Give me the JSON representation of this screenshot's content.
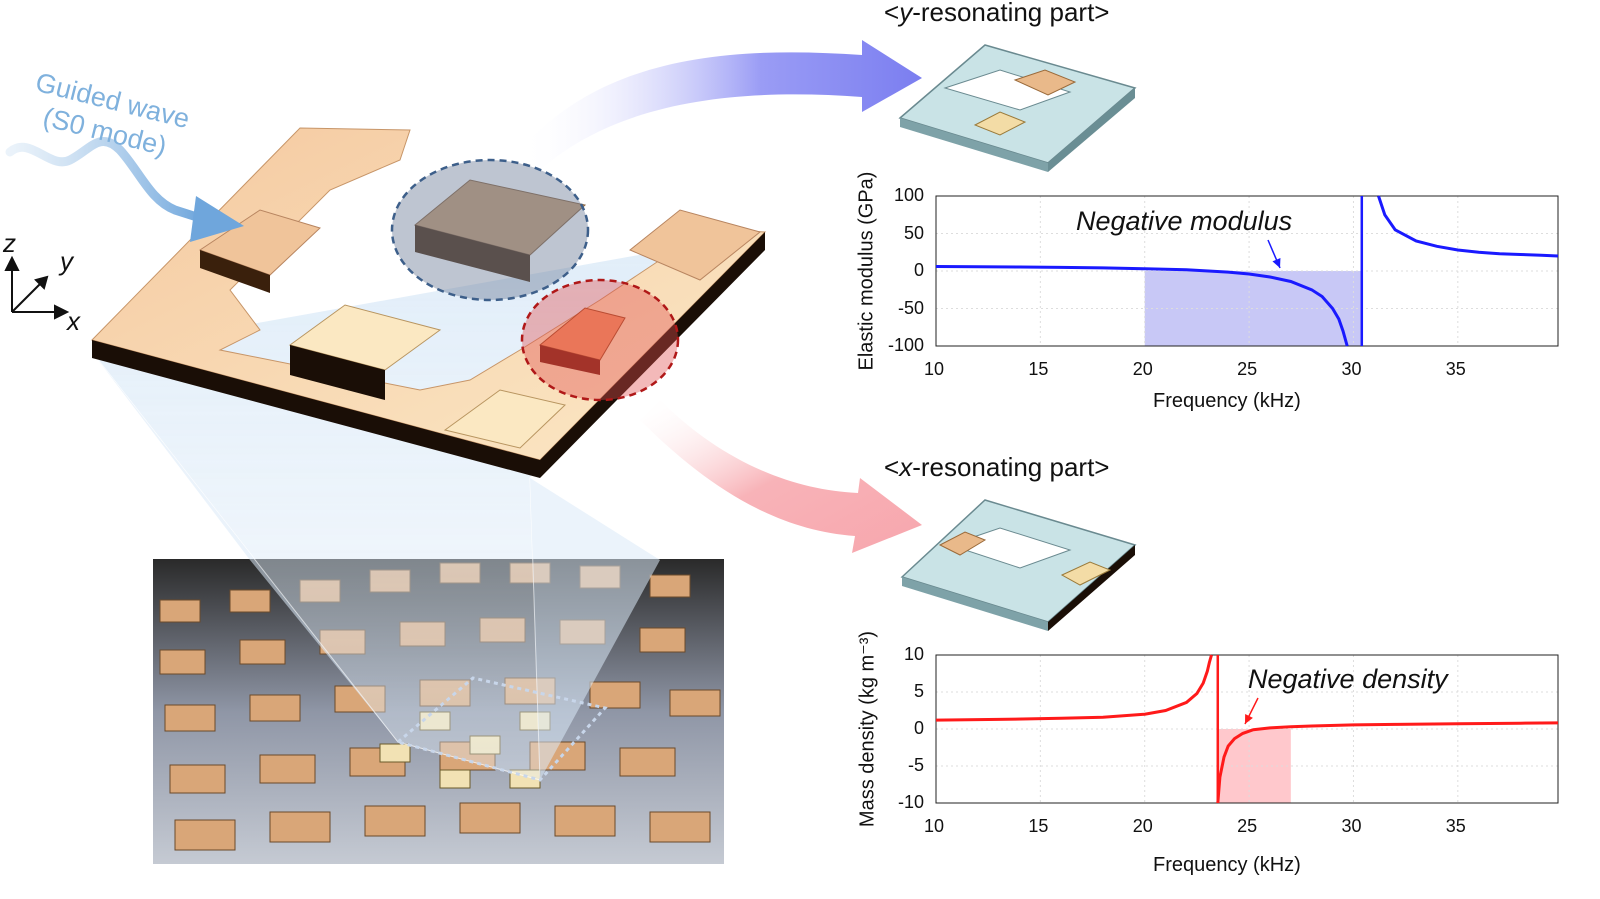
{
  "scene": {
    "guided_wave_line1": "Guided wave",
    "guided_wave_line2": "(S0 mode)",
    "axes": {
      "z": "z",
      "y": "y",
      "x": "x"
    }
  },
  "top_panel": {
    "title_prefix": "<",
    "title_italic": "y",
    "title_suffix": "-resonating part>"
  },
  "bottom_panel": {
    "title_prefix": "<",
    "title_italic": "x",
    "title_suffix": "-resonating part>"
  },
  "colors": {
    "blue_line": "#1a1aff",
    "blue_fill": "#c8c8f6",
    "red_line": "#ff1a1a",
    "red_fill": "#ffc8cc",
    "plate": "#f0c49a",
    "plate_light": "#fbecc4",
    "guided_wave": "#7fb1dd"
  },
  "chart_data": [
    {
      "type": "line",
      "xlabel": "Frequency (kHz)",
      "ylabel": "Elastic modulus (GPa)",
      "xlim": [
        10,
        39.8
      ],
      "ylim": [
        -100,
        100
      ],
      "xticks": [
        "10",
        "15",
        "20",
        "25",
        "30",
        "35"
      ],
      "yticks": [
        "100",
        "50",
        "0",
        "-50",
        "-100"
      ],
      "grid": true,
      "annotation": "Negative modulus",
      "shaded_negative_region_x": [
        20,
        30.4
      ],
      "resonance_x": 30.4,
      "series": [
        {
          "x": [
            10,
            12,
            14,
            16,
            18,
            20,
            22,
            24,
            25,
            26,
            27,
            28,
            28.5,
            29,
            29.3,
            29.5,
            29.7
          ],
          "y": [
            6,
            5.7,
            5.3,
            4.8,
            4.1,
            3.0,
            1.6,
            -1.5,
            -4,
            -8,
            -14,
            -25,
            -34,
            -50,
            -64,
            -80,
            -100
          ]
        },
        {
          "x": [
            31.2,
            31.5,
            32,
            33,
            34,
            35,
            36,
            37,
            38,
            39,
            39.8
          ],
          "y": [
            100,
            75,
            55,
            40,
            33,
            28,
            25,
            23,
            22,
            21,
            20
          ]
        }
      ]
    },
    {
      "type": "line",
      "xlabel": "Frequency (kHz)",
      "ylabel": "Mass density (kg m⁻³)",
      "xlim": [
        10,
        39.8
      ],
      "ylim": [
        -10,
        10
      ],
      "xticks": [
        "10",
        "15",
        "20",
        "25",
        "30",
        "35"
      ],
      "yticks": [
        "10",
        "5",
        "0",
        "-5",
        "-10"
      ],
      "grid": true,
      "annotation": "Negative density",
      "shaded_negative_region_x": [
        23.5,
        27
      ],
      "resonance_x": 23.5,
      "series": [
        {
          "x": [
            10,
            13,
            16,
            18,
            20,
            21,
            22,
            22.5,
            22.8,
            23.0,
            23.1,
            23.2
          ],
          "y": [
            1.2,
            1.3,
            1.45,
            1.6,
            2.0,
            2.5,
            3.6,
            4.8,
            6.2,
            7.8,
            9.0,
            10
          ]
        },
        {
          "x": [
            23.5,
            23.6,
            23.8,
            24.0,
            24.3,
            24.7,
            25.2,
            26,
            27,
            28,
            30,
            32,
            35,
            38,
            39.8
          ],
          "y": [
            -10,
            -6.5,
            -3.8,
            -2.3,
            -1.3,
            -0.6,
            -0.1,
            0.15,
            0.3,
            0.4,
            0.55,
            0.62,
            0.7,
            0.78,
            0.82
          ]
        }
      ]
    }
  ]
}
